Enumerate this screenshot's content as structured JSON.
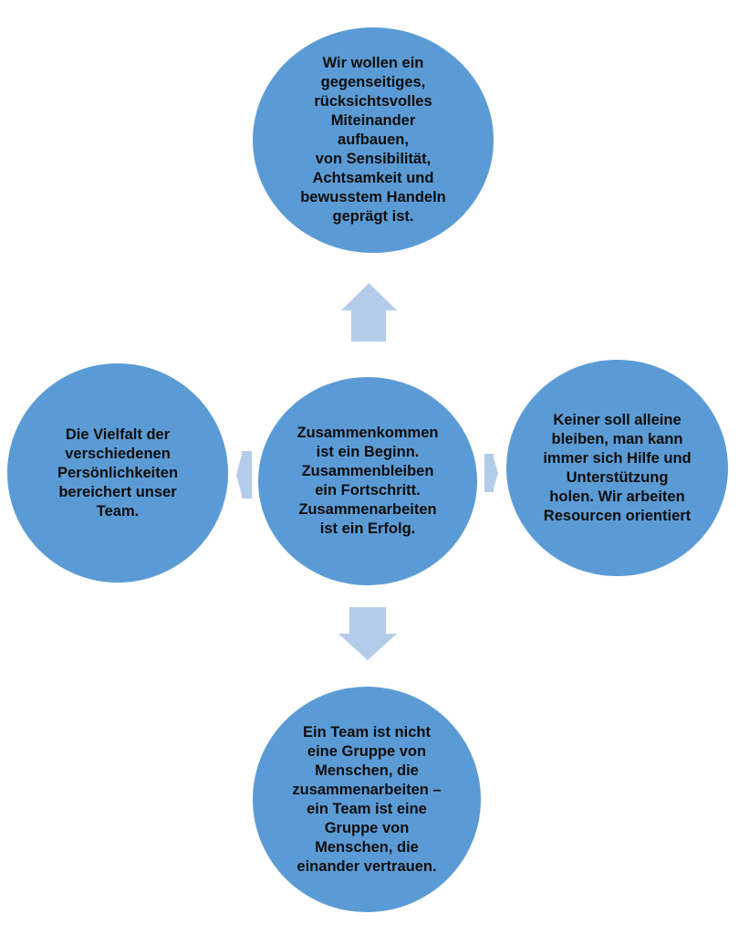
{
  "diagram": {
    "center": {
      "text": "Zusammenkommen\nist ein Beginn.\nZusammenbleiben\nein Fortschritt.\nZusammenarbeiten\nist ein Erfolg."
    },
    "nodes": {
      "top": {
        "text": "Wir wollen ein\ngegenseitiges,\nrücksichtsvolles\nMiteinander\naufbauen,\nvon Sensibilität,\nAchtsamkeit und\nbewusstem Handeln\ngeprägt ist."
      },
      "left": {
        "text": "Die Vielfalt der\nverschiedenen\nPersönlichkeiten\nbereichert unser\nTeam."
      },
      "right": {
        "text": "Keiner soll alleine\nbleiben, man kann\nimmer sich Hilfe und\nUnterstützung\nholen. Wir arbeiten\nResourcen orientiert"
      },
      "bottom": {
        "text": "Ein Team ist nicht\neine Gruppe von\nMenschen, die\nzusammenarbeiten –\nein Team ist eine\nGruppe von\nMenschen, die\neinander vertrauen."
      }
    },
    "arrows": [
      "up",
      "left",
      "right",
      "down"
    ],
    "colors": {
      "circle_fill": "#5b9bd5",
      "arrow_fill": "#b4cce9",
      "text": "#0d0d0d",
      "background": "#ffffff"
    }
  }
}
